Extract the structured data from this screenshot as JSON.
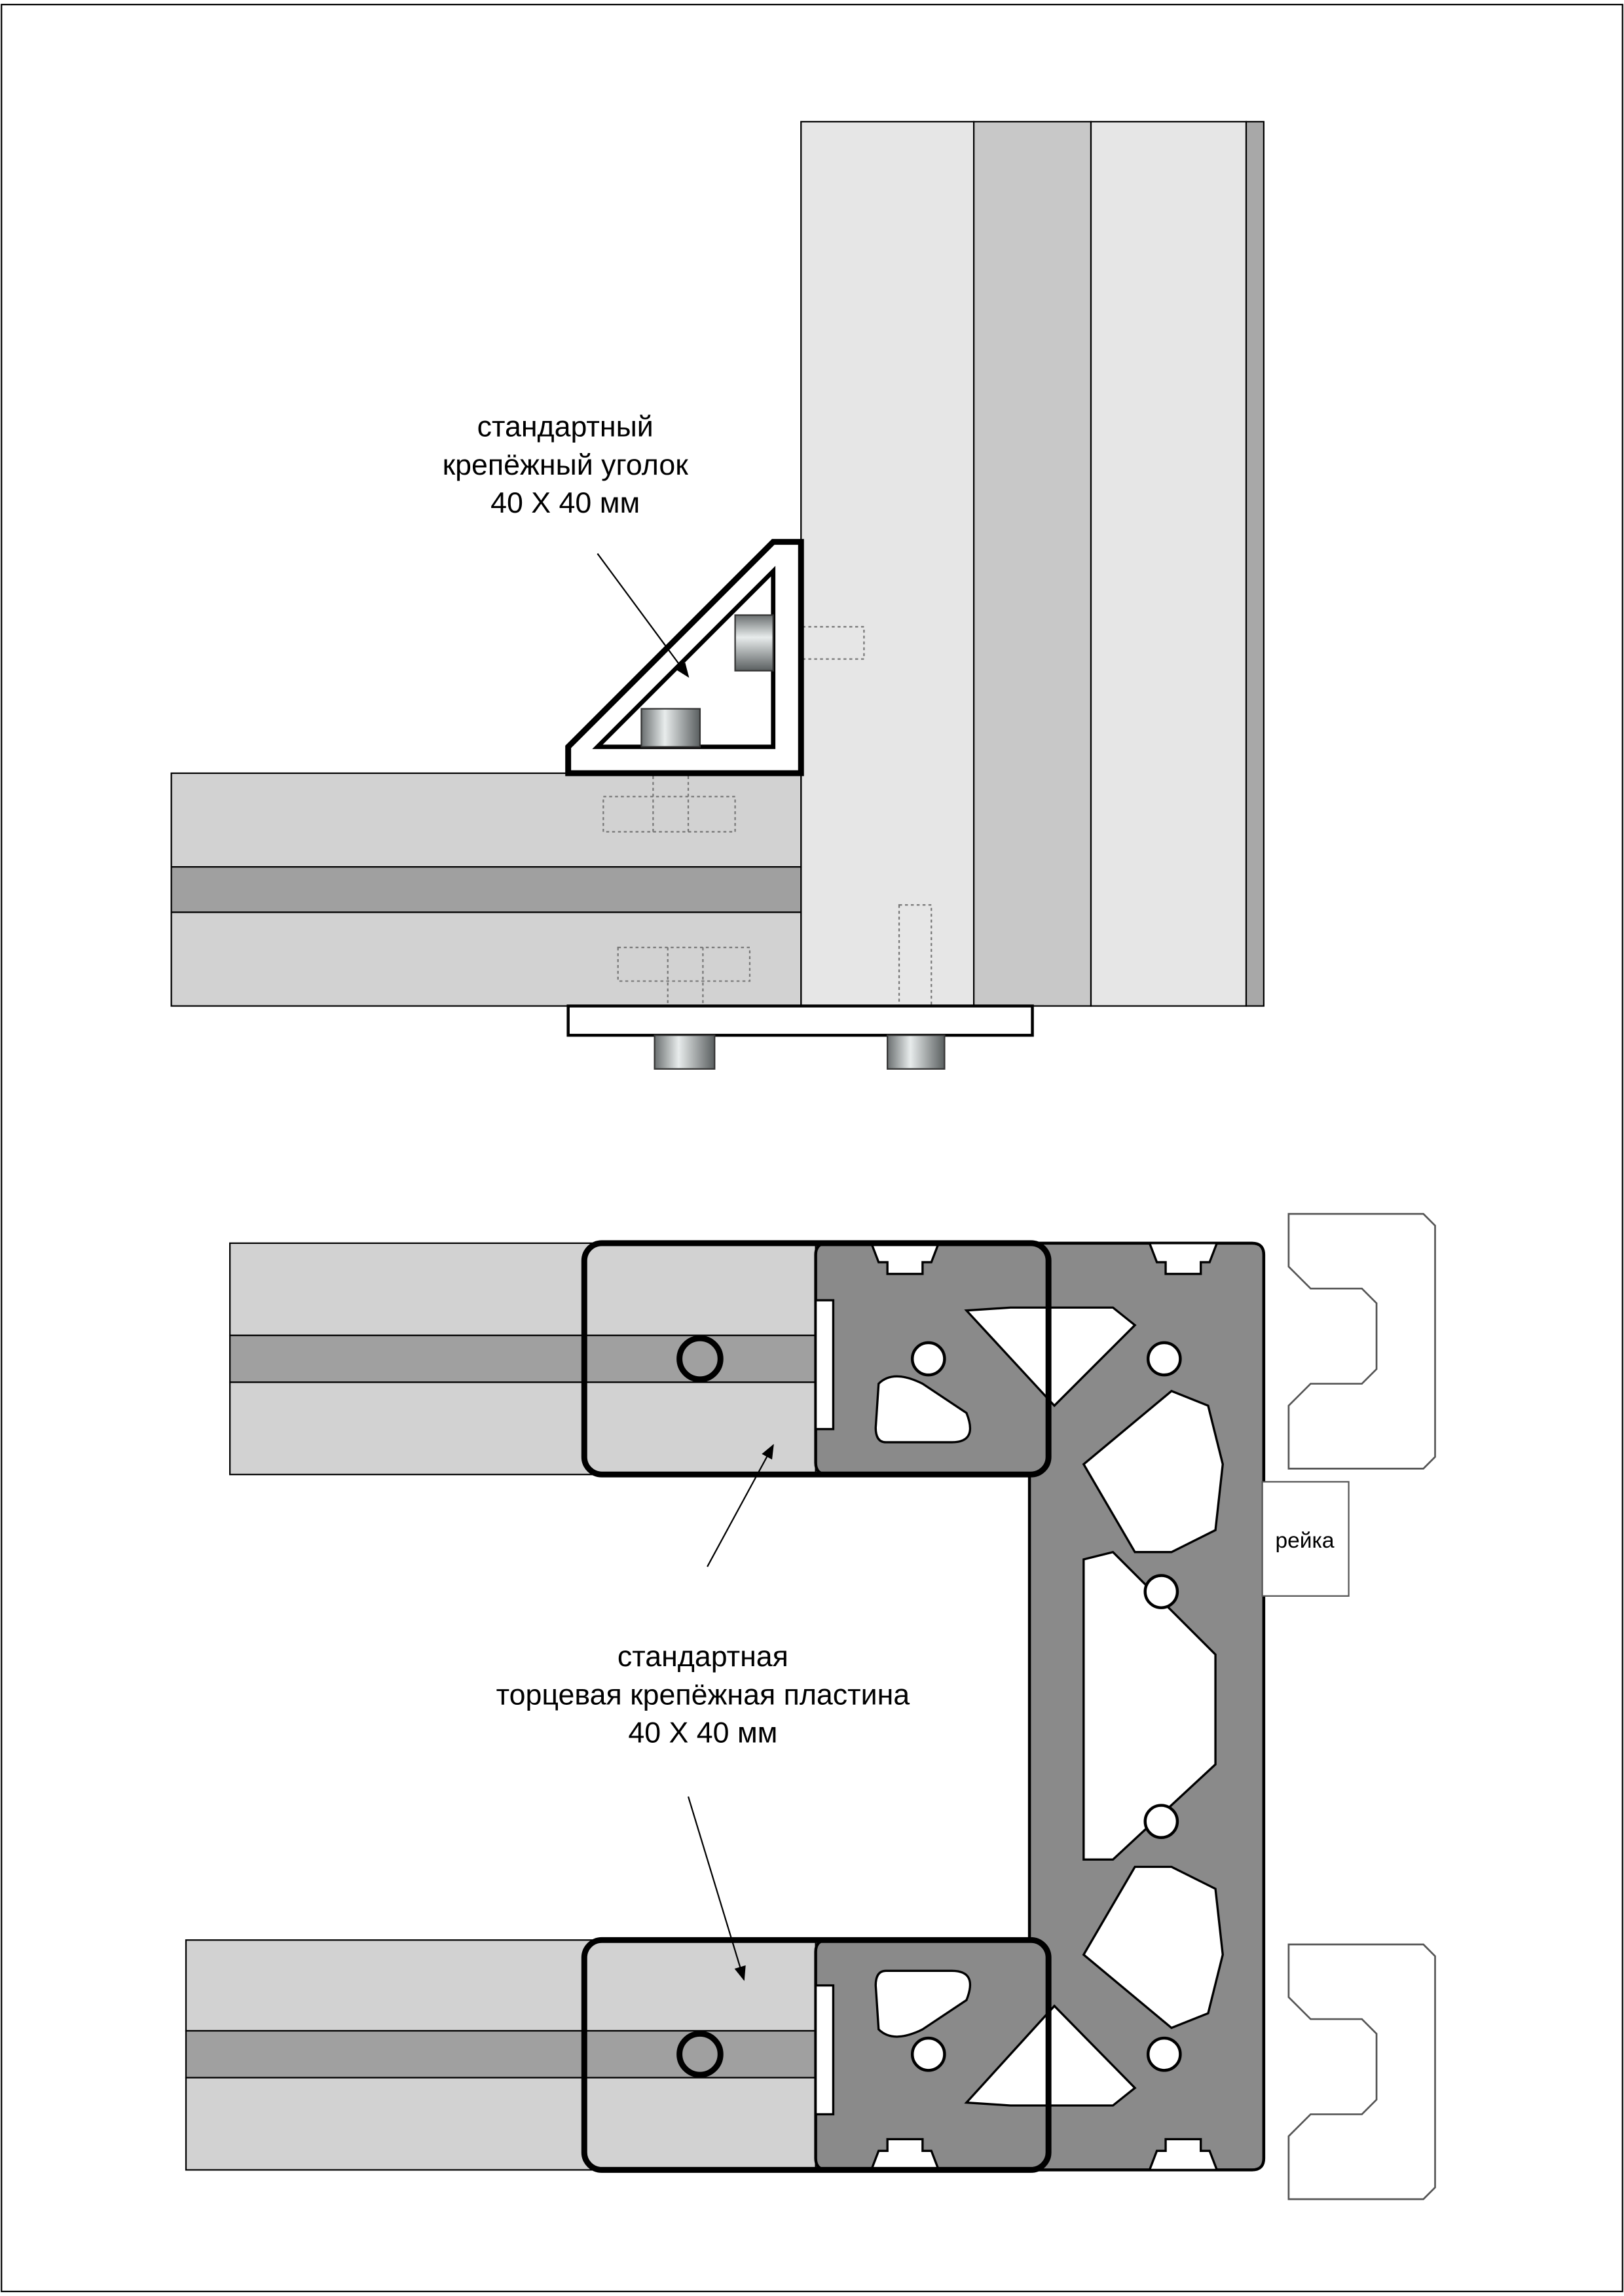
{
  "top_callout": {
    "lines": [
      "стандартный",
      "крепёжный уголок",
      "40 X 40 мм"
    ]
  },
  "bottom_callout": {
    "lines": [
      "стандартная",
      "торцевая крепёжная пластина",
      "40 X 40 мм"
    ]
  },
  "rail_label": "рейка",
  "colors": {
    "profile_light": "#d2d2d2",
    "profile_stripe": "#a0a0a0",
    "profile_dark": "#8a8a8a",
    "vertical_light": "#e6e6e6",
    "vertical_mid": "#c8c8c8"
  }
}
